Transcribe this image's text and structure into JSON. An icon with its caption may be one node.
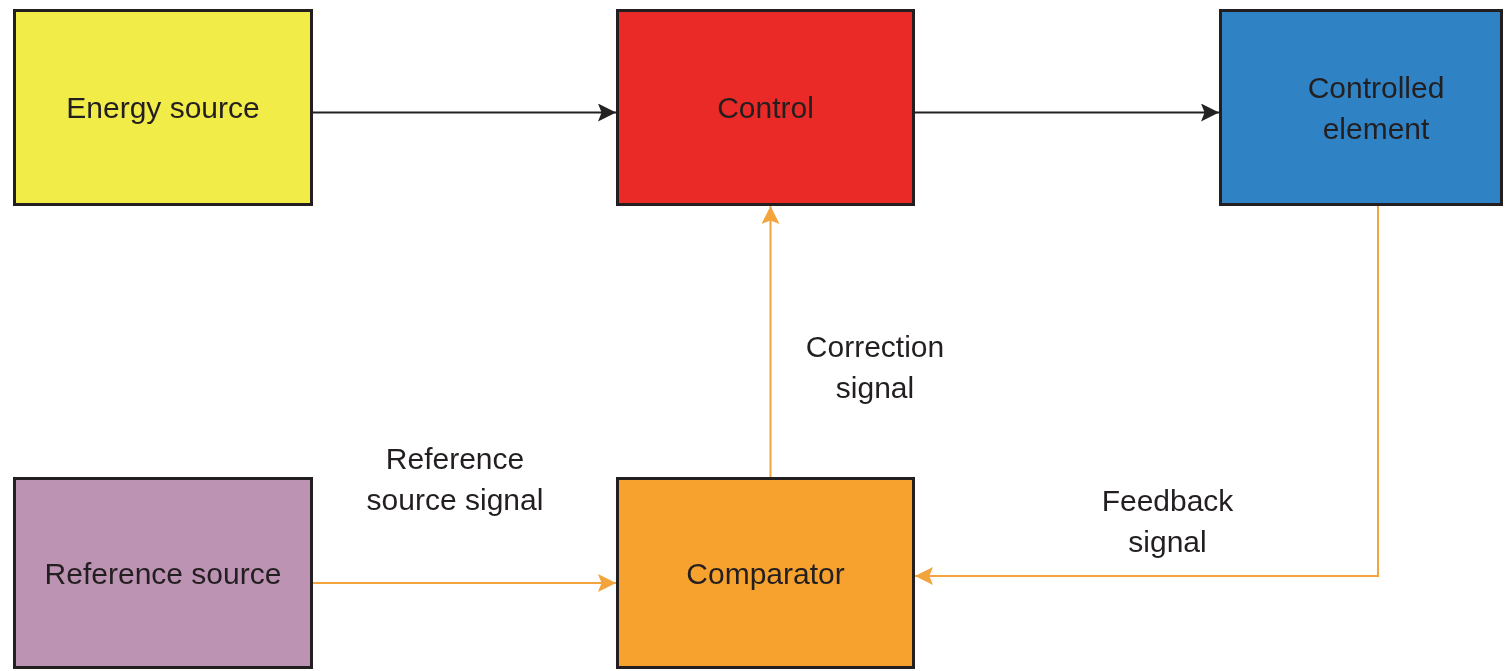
{
  "diagram": {
    "nodes": [
      {
        "text": [
          "Energy source"
        ]
      },
      {
        "text": [
          "Control"
        ]
      },
      {
        "text": [
          "Controlled element"
        ]
      },
      {
        "text": [
          "Reference source"
        ]
      },
      {
        "text": [
          "Comparator"
        ]
      }
    ],
    "edges": [
      {
        "from": 0,
        "to": 1,
        "arrow": "to",
        "color": "#222222"
      },
      {
        "from": 1,
        "to": 2,
        "arrow": "to",
        "color": "#222222"
      },
      {
        "from": 3,
        "to": 4,
        "arrow": "to",
        "label": "Reference source signal"
      },
      {
        "from": 4,
        "to": 1,
        "arrow": "to",
        "label": "Correction signal"
      },
      {
        "from": 2,
        "to": 4,
        "arrow": "to",
        "label": "Feedback signal"
      }
    ]
  }
}
